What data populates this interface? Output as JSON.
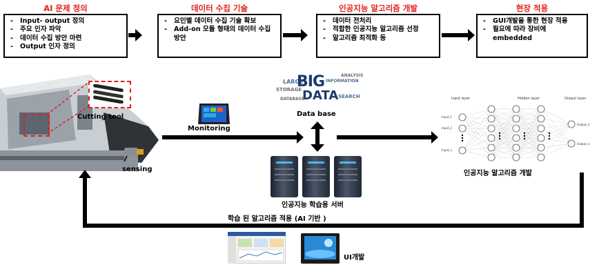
{
  "steps": [
    {
      "title": "AI 문제 정의",
      "items": [
        "Input- output 정의",
        "주요 인자 파악",
        "데이터 수집 방안 마련",
        "Output 인자 정의"
      ]
    },
    {
      "title": "데이터 수집 기술",
      "items": [
        "요인별 데이터 수집 기술 확보",
        "Add-on 모듈 형태의 데이터 수집 방안"
      ]
    },
    {
      "title": "인공지능 알고리즘 개발",
      "items": [
        "데이터 전처리",
        "적합한 인공지능 알고리즘 선정",
        "알고리즘 최적화 등"
      ]
    },
    {
      "title": "현장 적용",
      "items": [
        "GUI개발을 통한 현장 적용",
        "필요에 따라 장비에 embedded"
      ]
    }
  ],
  "labels": {
    "cutting_tool": "Cutting tool",
    "sensing": "sensing",
    "monitoring": "Monitoring",
    "database": "Data base",
    "server": "인공지능 학습용 서버",
    "ai_dev": "인공지능 알고리즘 개발",
    "feedback": "학습 된 알고리즘 적용 (AI 기반 )",
    "ui": "UI개발"
  },
  "wordcloud": {
    "big": "BIG",
    "data": "DATA",
    "small": [
      "LARGE",
      "STORAGE",
      "INFORMATION",
      "ANALYSIS",
      "SEARCH",
      "DATABASE"
    ]
  },
  "network": {
    "input_layer": "Input layer",
    "hidden_layer": "Hidden layer",
    "output_layer": "Output layer",
    "inputs": [
      "Input_1",
      "Input_2",
      "Input_n"
    ],
    "outputs": [
      "Output_1",
      "Output_n"
    ]
  },
  "colors": {
    "step_title": "#e0201a",
    "arrow": "#000000"
  }
}
